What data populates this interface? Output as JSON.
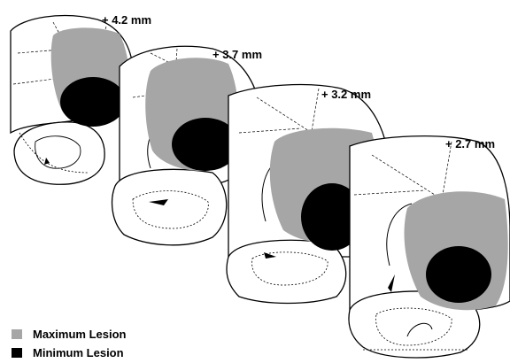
{
  "figure": {
    "sections": [
      {
        "label": "+ 4.2 mm"
      },
      {
        "label": "+ 3.7 mm"
      },
      {
        "label": "+ 3.2 mm"
      },
      {
        "label": "+ 2.7 mm"
      }
    ]
  },
  "legend": {
    "max_label": "Maximum Lesion",
    "min_label": "Minimum Lesion",
    "max_color": "#a6a6a6",
    "min_color": "#000000"
  }
}
